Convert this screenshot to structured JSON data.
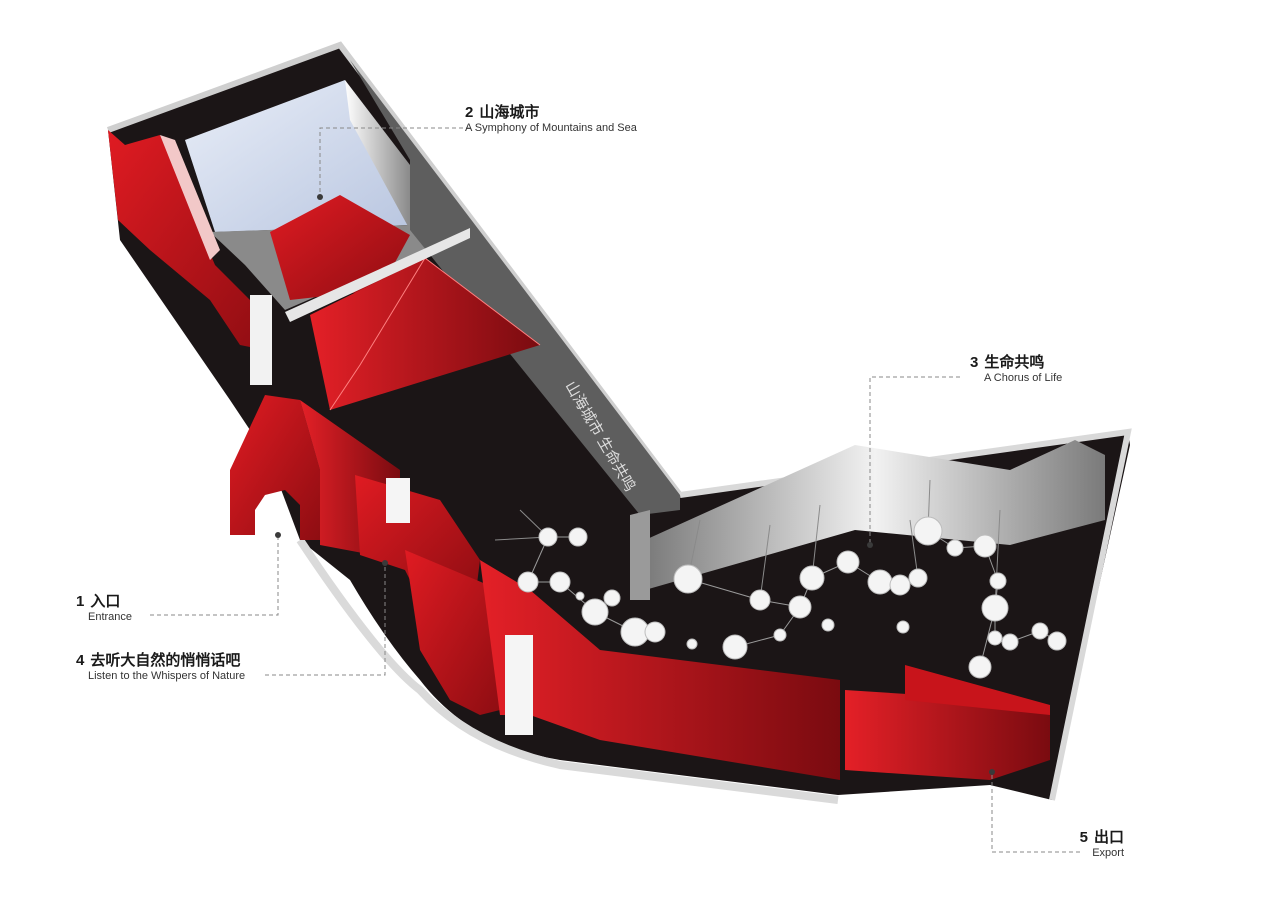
{
  "colors": {
    "red": "#c8141b",
    "dark_red": "#8e0d12",
    "floor": "#1b1516",
    "wall_gray": "#6b6b6b",
    "light_gray": "#bdbdbd",
    "leader": "#888888"
  },
  "wall_text": {
    "line1": "山海城市 生命共鸣"
  },
  "callouts": [
    {
      "id": "entrance",
      "num": "1",
      "title": "入口",
      "subtitle": "Entrance"
    },
    {
      "id": "mountains",
      "num": "2",
      "title": "山海城市",
      "subtitle": "A Symphony of Mountains and Sea"
    },
    {
      "id": "chorus",
      "num": "3",
      "title": "生命共鸣",
      "subtitle": "A Chorus of Life"
    },
    {
      "id": "whispers",
      "num": "4",
      "title": "去听大自然的悄悄话吧",
      "subtitle": "Listen to the Whispers of Nature"
    },
    {
      "id": "exit",
      "num": "5",
      "title": "出口",
      "subtitle": "Export"
    }
  ]
}
